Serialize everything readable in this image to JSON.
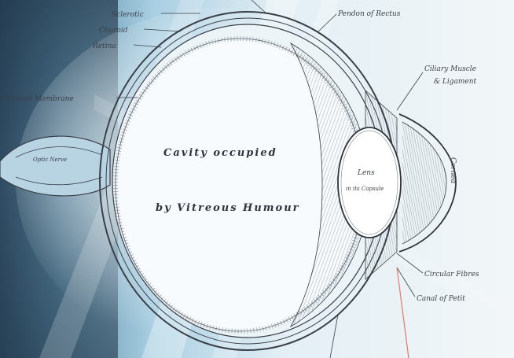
{
  "diagram": {
    "labels": {
      "sclerotic": "Sclerotic",
      "choroid": "Choroid",
      "retina": "Retina",
      "hyaloid_membrane": "Hyaloid Membrane",
      "optic_nerve": "Optic Nerve",
      "cavity_line1": "Cavity occupied",
      "cavity_line2": "by Vitreous Humour",
      "lens": "Lens",
      "lens_capsule": "in its Capsule",
      "cornea": "Cornea",
      "ciliary_line1": "Ciliary Muscle",
      "ciliary_line2": "& Ligament",
      "canal_of_petit": "Canal of Petit",
      "circular_fibres": "Circular Fibres",
      "top_right": "Pendon of Rectus"
    },
    "colors": {
      "background_light": "#e9f3f8",
      "background_blue": "#7fb3cf",
      "background_dark": "#2f4a5c",
      "ink": "#3a3f48",
      "accent_line": "#e07a6a"
    }
  }
}
